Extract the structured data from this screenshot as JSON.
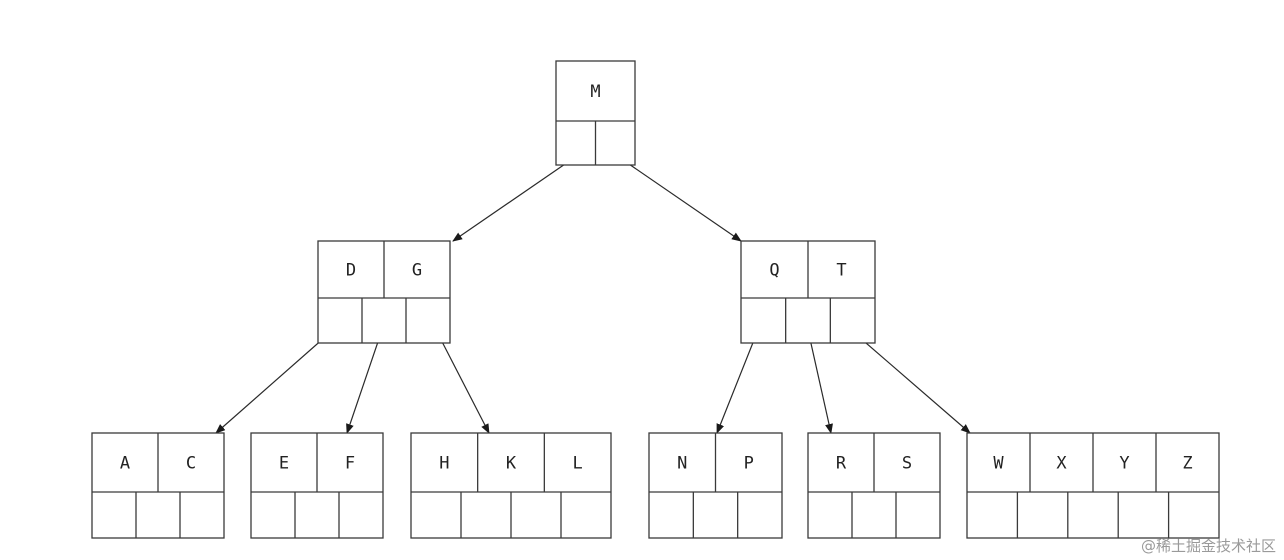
{
  "tree": {
    "root": {
      "keys": [
        "M"
      ]
    },
    "level1": [
      {
        "keys": [
          "D",
          "G"
        ]
      },
      {
        "keys": [
          "Q",
          "T"
        ]
      }
    ],
    "leaves": [
      {
        "keys": [
          "A",
          "C"
        ]
      },
      {
        "keys": [
          "E",
          "F"
        ]
      },
      {
        "keys": [
          "H",
          "K",
          "L"
        ]
      },
      {
        "keys": [
          "N",
          "P"
        ]
      },
      {
        "keys": [
          "R",
          "S"
        ]
      },
      {
        "keys": [
          "W",
          "X",
          "Y",
          "Z"
        ]
      }
    ]
  },
  "watermark": "@稀土掘金技术社区"
}
